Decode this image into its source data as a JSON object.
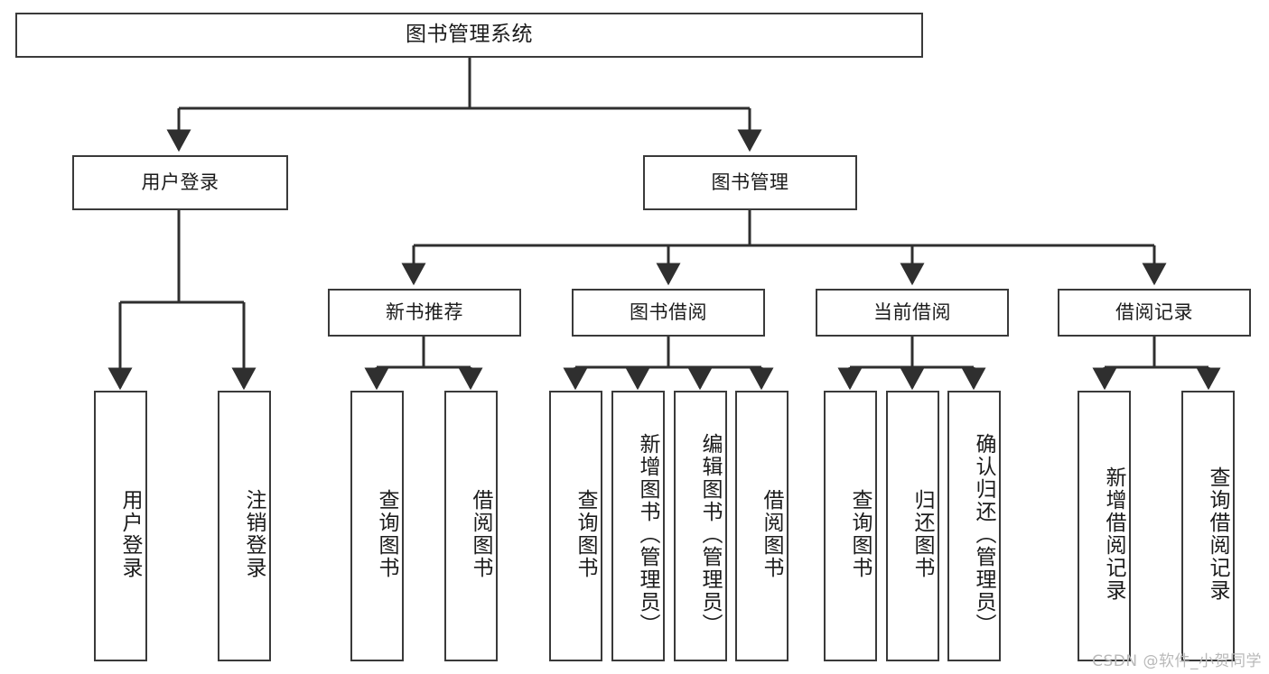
{
  "diagram": {
    "type": "tree-hierarchy-chart",
    "title": "图书管理系统",
    "watermark": "CSDN @软件_小贺同学",
    "colors": {
      "box_border": "#3a3a3a",
      "box_fill": "#ffffff",
      "connector": "#2f2f2f",
      "text": "#1b1b1b",
      "watermark": "#b9b9b9"
    },
    "root": {
      "label": "图书管理系统"
    },
    "level2": [
      {
        "label": "用户登录"
      },
      {
        "label": "图书管理"
      }
    ],
    "level3": [
      {
        "label": "新书推荐"
      },
      {
        "label": "图书借阅"
      },
      {
        "label": "当前借阅"
      },
      {
        "label": "借阅记录"
      }
    ],
    "leaves": {
      "user_login": [
        {
          "label": "用户登录"
        },
        {
          "label": "注销登录"
        }
      ],
      "new_book_recommend": [
        {
          "label": "查询图书"
        },
        {
          "label": "借阅图书"
        }
      ],
      "book_borrow": [
        {
          "label": "查询图书"
        },
        {
          "label": "新增图书（管理员）"
        },
        {
          "label": "编辑图书（管理员）"
        },
        {
          "label": "借阅图书"
        }
      ],
      "current_borrow": [
        {
          "label": "查询图书"
        },
        {
          "label": "归还图书"
        },
        {
          "label": "确认归还（管理员）"
        }
      ],
      "borrow_record": [
        {
          "label": "新增借阅记录"
        },
        {
          "label": "查询借阅记录"
        }
      ]
    }
  }
}
